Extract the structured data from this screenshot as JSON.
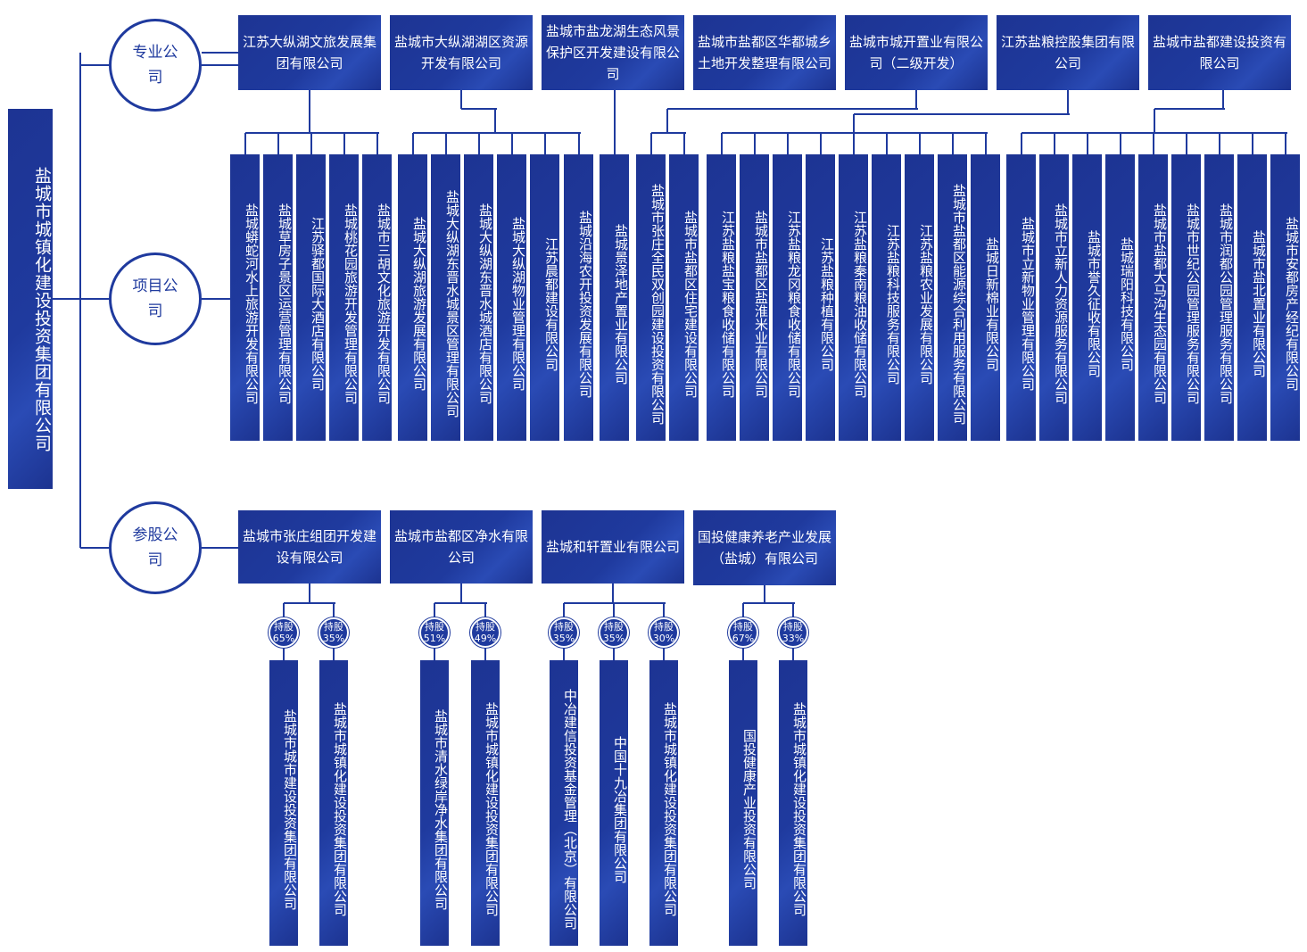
{
  "root": "盐城市城镇化建设投资集团有限公司",
  "categories": [
    "专业公司",
    "项目公司",
    "参股公司"
  ],
  "professional": [
    "江苏大纵湖文旅发展集团有限公司",
    "盐城市大纵湖湖区资源开发有限公司",
    "盐城市盐龙湖生态风景保护区开发建设有限公司",
    "盐城市盐都区华都城乡土地开发整理有限公司",
    "盐城市城开置业有限公司（二级开发）",
    "江苏盐粮控股集团有限公司",
    "盐城市盐都建设投资有限公司"
  ],
  "projects": [
    "盐城蟒蛇河水上旅游开发有限公司",
    "盐城草房子景区运营管理有限公司",
    "江苏驿都国际大酒店有限公司",
    "盐城桃花园旅游开发管理有限公司",
    "盐城市三胡文化旅游开发有限公司",
    "盐城大纵湖旅游发展有限公司",
    "盐城大纵湖东晋水城景区管理有限公司",
    "盐城大纵湖东晋水城酒店有限公司",
    "盐城大纵湖物业管理有限公司",
    "江苏晨都建设有限公司",
    "盐城沿海农开投资发展有限公司",
    "盐城景泽地产置业有限公司",
    "盐城市张庄全民双创园建设投资有限公司",
    "盐城市盐都区住宅建设有限公司",
    "江苏盐粮盐宝粮食收储有限公司",
    "盐城市盐都区盐淮米业有限公司",
    "江苏盐粮龙冈粮食收储有限公司",
    "江苏盐粮种植有限公司",
    "江苏盐粮秦南粮油收储有限公司",
    "江苏盐粮科技服务有限公司",
    "江苏盐粮农业发展有限公司",
    "盐城市盐都区能源综合利用服务有限公司",
    "盐城日新棉业有限公司",
    "盐城市立新物业管理有限公司",
    "盐城市立新人力资源服务有限公司",
    "盐城市誉久征收有限公司",
    "盐城瑞阳科技有限公司",
    "盐城市盐都大马沟生态园有限公司",
    "盐城市世纪公园管理服务有限公司",
    "盐城市润都公园管理服务有限公司",
    "盐城市盐北置业有限公司",
    "盐城市安都房产经纪有限公司"
  ],
  "equity": [
    {
      "name": "盐城市张庄组团开发建设有限公司",
      "holders": [
        {
          "pct_label": "持股",
          "pct": "65%",
          "name": "盐城市城市建设投资集团有限公司"
        },
        {
          "pct_label": "持股",
          "pct": "35%",
          "name": "盐城市城镇化建设投资集团有限公司"
        }
      ]
    },
    {
      "name": "盐城市盐都区净水有限公司",
      "holders": [
        {
          "pct_label": "持股",
          "pct": "51%",
          "name": "盐城市清水绿岸净水集团有限公司"
        },
        {
          "pct_label": "持股",
          "pct": "49%",
          "name": "盐城市城镇化建设投资集团有限公司"
        }
      ]
    },
    {
      "name": "盐城和轩置业有限公司",
      "holders": [
        {
          "pct_label": "持股",
          "pct": "35%",
          "name": "中冶建信投资基金管理（北京）有限公司"
        },
        {
          "pct_label": "持股",
          "pct": "35%",
          "name": "中国十九冶集团有限公司"
        },
        {
          "pct_label": "持股",
          "pct": "30%",
          "name": "盐城市城镇化建设投资集团有限公司"
        }
      ]
    },
    {
      "name": "国投健康养老产业发展（盐城）有限公司",
      "holders": [
        {
          "pct_label": "持股",
          "pct": "67%",
          "name": "国投健康产业投资有限公司"
        },
        {
          "pct_label": "持股",
          "pct": "33%",
          "name": "盐城市城镇化建设投资集团有限公司"
        }
      ]
    }
  ],
  "colors": {
    "primary": "#1f3a9e",
    "text_on_primary": "#ffffff",
    "background": "#ffffff"
  }
}
